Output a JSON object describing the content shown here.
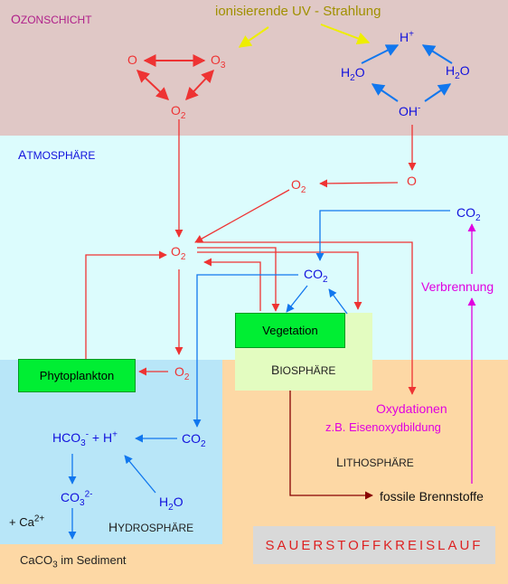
{
  "regions": {
    "ozone_first": "O",
    "ozone_rest": "ZONSCHICHT",
    "atmos_first": "A",
    "atmos_rest": "TMOSPHÄRE",
    "bio_first": "B",
    "bio_rest": "IOSPHÄRE",
    "litho_first": "L",
    "litho_rest": "ITHOSPHÄRE",
    "hydro_first": "H",
    "hydro_rest": "YDROSPHÄRE"
  },
  "uv_label": "ionisierende UV - Strahlung",
  "species": {
    "O": "O",
    "O3_base": "O",
    "O3_sub": "3",
    "O2_base": "O",
    "O2_sub": "2",
    "H_base": "H",
    "H_sup": "+",
    "H2O_a": "H",
    "H2O_sub": "2",
    "H2O_b": "O",
    "OH_base": "OH",
    "OH_sup": "-",
    "CO2_a": "CO",
    "CO2_sub": "2",
    "HCO3_a": "HCO",
    "HCO3_sub": "3",
    "HCO3_sup": "-",
    "plus_H": "+ H",
    "plus_H_sup": "+",
    "CO3_a": "CO",
    "CO3_sub": "3",
    "CO3_sup": "2-",
    "Ca_a": "+ Ca",
    "Ca_sup": "2+",
    "caco3_a": "CaCO",
    "caco3_sub": "3",
    "caco3_rest": " im Sediment"
  },
  "boxes": {
    "vegetation": "Vegetation",
    "phytoplankton": "Phytoplankton"
  },
  "process": {
    "verbrennung": "Verbrennung",
    "oxydationen": "Oxydationen",
    "eisenoxyd": "z.B. Eisenoxydbildung",
    "fossil": "fossile Brennstoffe"
  },
  "title": "SAUERSTOFFKREISLAUF",
  "colors": {
    "oxygen_path": "#ee3333",
    "water_path": "#1177ee",
    "uv": "#eeee00",
    "combustion": "#e000e0",
    "fossil": "#880000"
  }
}
